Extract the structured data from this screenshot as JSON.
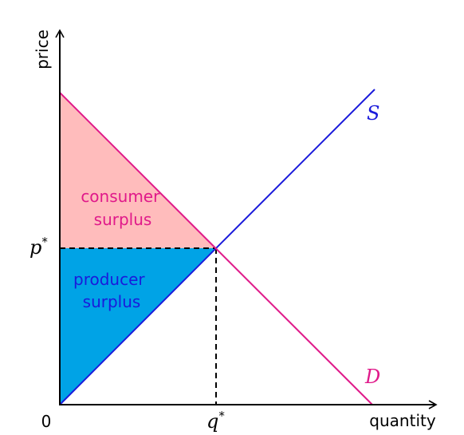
{
  "axes": {
    "y_label": "price",
    "x_label": "quantity",
    "origin_label": "0"
  },
  "equilibrium": {
    "price_label": "p",
    "price_sup": "*",
    "quantity_label": "q",
    "quantity_sup": "*"
  },
  "curves": {
    "supply_label": "S",
    "demand_label": "D"
  },
  "regions": {
    "consumer_surplus": [
      "consumer",
      "surplus"
    ],
    "producer_surplus": [
      "producer",
      "surplus"
    ]
  },
  "colors": {
    "supply": "#1a1adb",
    "demand": "#e0198a",
    "consumer_fill": "#ffbcbc",
    "producer_fill": "#00a3e6",
    "consumer_text": "#e0198a",
    "producer_text": "#1a1adb",
    "axis": "#000000"
  }
}
